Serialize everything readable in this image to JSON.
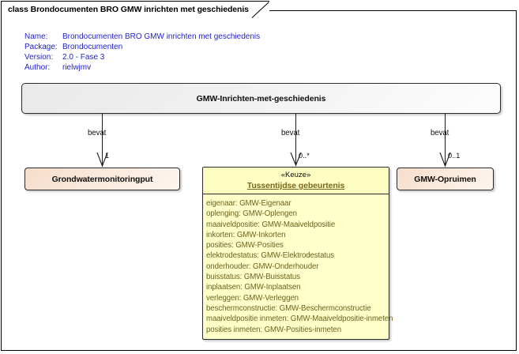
{
  "diagram": {
    "tab_label": "class Brondocumenten BRO GMW inrichten met geschiedenis",
    "meta": [
      {
        "key": "Name:",
        "value": "Brondocumenten BRO GMW inrichten met geschiedenis"
      },
      {
        "key": "Package:",
        "value": "Brondocumenten"
      },
      {
        "key": "Version:",
        "value": "2.0 - Fase 3"
      },
      {
        "key": "Author:",
        "value": "rielwjmv"
      }
    ],
    "colors": {
      "meta_text": "#2222cc",
      "root_fill": "#eeeeee",
      "peach_fill": "#f8e3d2",
      "choice_fill": "#feffc9",
      "attr_text": "#6d6320",
      "line": "#1a1a1a"
    }
  },
  "root_class": {
    "name": "GMW-Inrichten-met-geschiedenis"
  },
  "classes": {
    "left": {
      "name": "Grondwatermonitoringput"
    },
    "right": {
      "name": "GMW-Opruimen"
    },
    "center": {
      "stereotype": "«Keuze»",
      "name": "Tussentijdse gebeurtenis",
      "attributes": [
        "eigenaar: GMW-Eigenaar",
        "oplenging: GMW-Oplengen",
        "maaiveldpositie: GMW-Maaiveldpositie",
        "inkorten: GMW-Inkorten",
        "posities: GMW-Posities",
        "elektrodestatus: GMW-Elektrodestatus",
        "onderhouder: GMW-Onderhouder",
        "buisstatus: GMW-Buisstatus",
        "inplaatsen: GMW-Inplaatsen",
        "verleggen: GMW-Verleggen",
        "beschermconstructie: GMW-Beschermconstructie",
        "maaiveldpositie inmeten: GMW-Maaiveldpositie-inmeten",
        "posities inmeten: GMW-Posities-inmeten"
      ]
    }
  },
  "connectors": [
    {
      "label": "bevat",
      "multiplicity": "1"
    },
    {
      "label": "bevat",
      "multiplicity": "0..*"
    },
    {
      "label": "bevat",
      "multiplicity": "0..1"
    }
  ]
}
